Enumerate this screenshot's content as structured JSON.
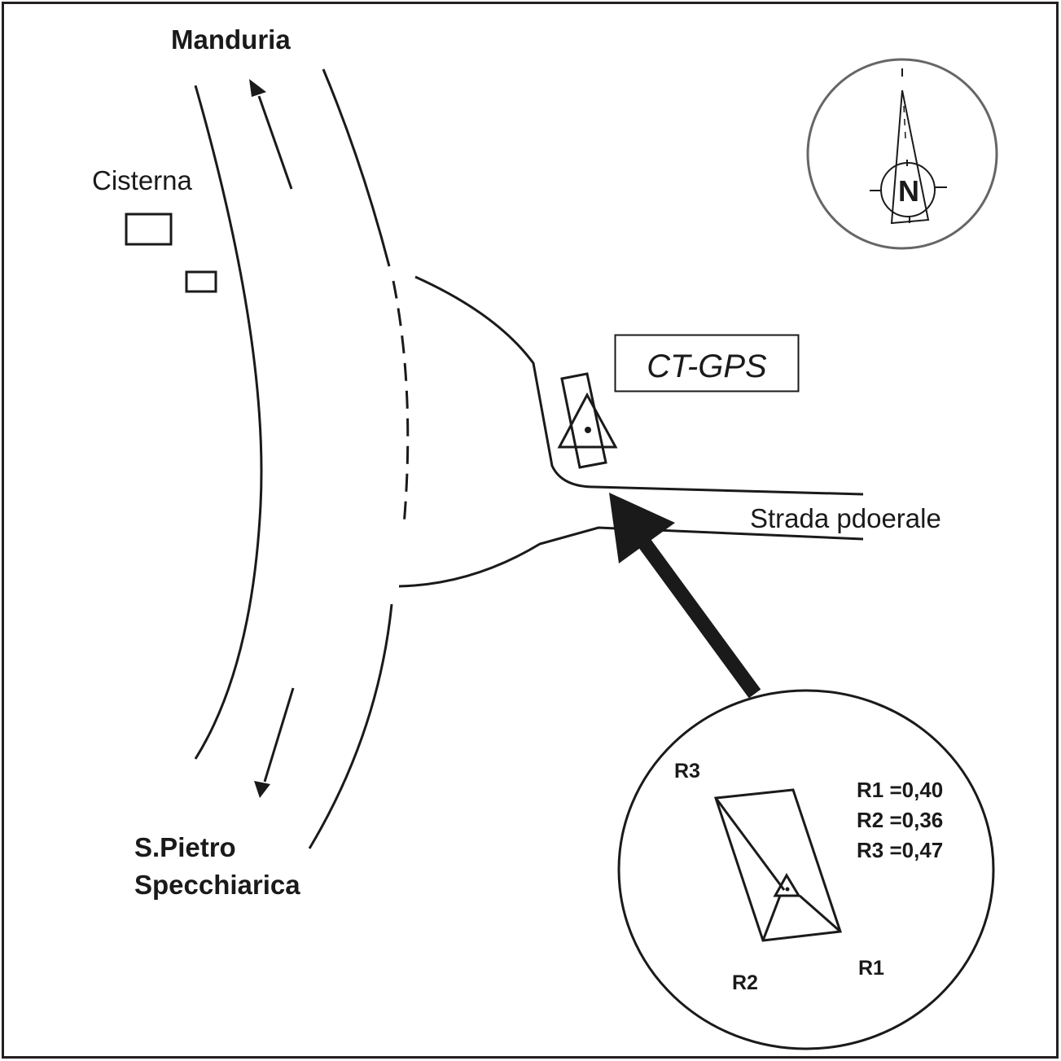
{
  "title": "Sketch map of CT-GPS station location",
  "colors": {
    "ink": "#1a1a1a",
    "compass_ring": "#666666",
    "background": "#ffffff"
  },
  "places": {
    "north_town": "Manduria",
    "south_town_line1": "S.Pietro",
    "south_town_line2": "Specchiarica",
    "cistern": "Cisterna",
    "farm_road": "Strada pdoerale"
  },
  "station": {
    "label": "CT-GPS",
    "icon": "gps-station-triangle-icon"
  },
  "compass": {
    "letter": "N",
    "icon": "north-arrow-icon"
  },
  "inset": {
    "vertex_labels": [
      "R1",
      "R2",
      "R3"
    ],
    "distances": [
      {
        "name": "R1",
        "value": "0,40",
        "text": "R1 =0,40"
      },
      {
        "name": "R2",
        "value": "0,36",
        "text": "R2 =0,36"
      },
      {
        "name": "R3",
        "value": "0,47",
        "text": "R3 =0,47"
      }
    ]
  }
}
